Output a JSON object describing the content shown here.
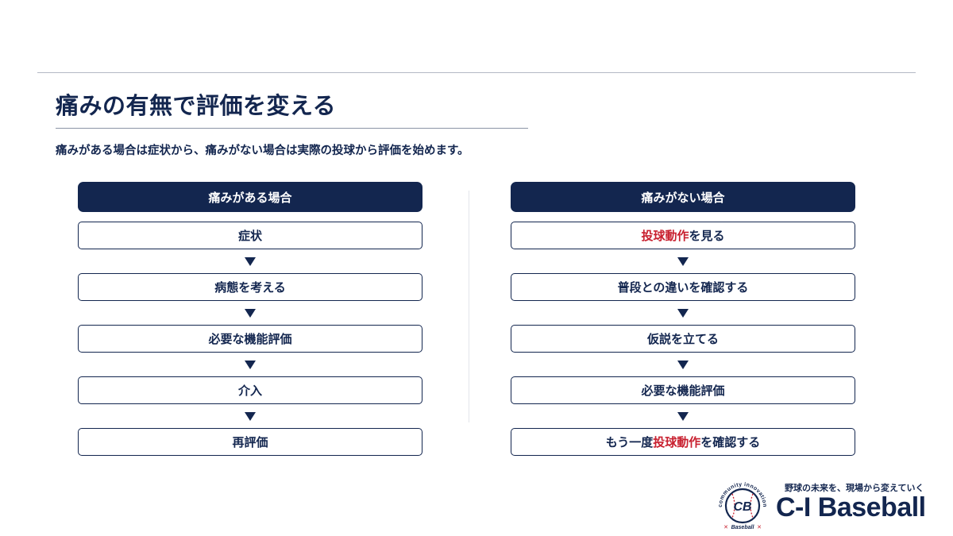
{
  "page": {
    "title": "痛みの有無で評価を変える",
    "subtitle": "痛みがある場合は症状から、痛みがない場合は実際の投球から評価を始めます。"
  },
  "left": {
    "header": "痛みがある場合",
    "steps": [
      {
        "text": "症状"
      },
      {
        "text": "病態を考える"
      },
      {
        "text": "必要な機能評価"
      },
      {
        "text": "介入"
      },
      {
        "text": "再評価"
      }
    ]
  },
  "right": {
    "header": "痛みがない場合",
    "steps": [
      {
        "hl": "投球動作",
        "after": "を見る"
      },
      {
        "text": "普段との違いを確認する"
      },
      {
        "text": "仮説を立てる"
      },
      {
        "text": "必要な機能評価"
      },
      {
        "before": "もう一度",
        "hl": "投球動作",
        "after": "を確認する"
      }
    ]
  },
  "brand": {
    "tagline": "野球の未来を、現場から変えていく",
    "name": "C-I Baseball",
    "logo_ring_text": "community innovation",
    "logo_bottom_text": "Baseball",
    "logo_monogram": "CB"
  },
  "colors": {
    "navy": "#13264f",
    "highlight_red": "#c8202f"
  }
}
